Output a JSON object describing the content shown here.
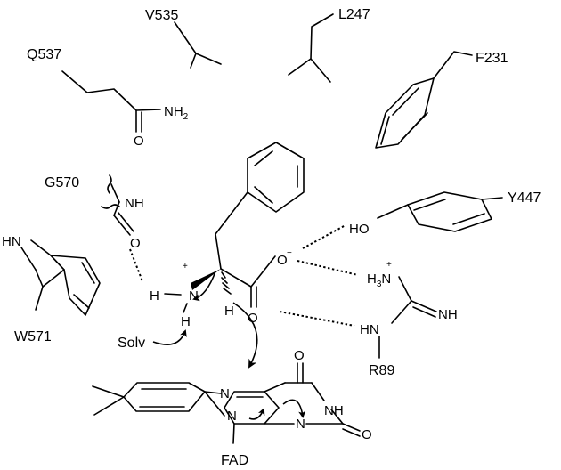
{
  "residues": {
    "v535": "V535",
    "l247": "L247",
    "q537": "Q537",
    "f231": "F231",
    "g570": "G570",
    "y447": "Y447",
    "w571": "W571",
    "r89": "R89",
    "fad": "FAD",
    "solv": "Solv"
  },
  "atoms": {
    "nh2": "NH",
    "sub2": "2",
    "o": "O",
    "nh": "NH",
    "hn": "HN",
    "ho": "HO",
    "h": "H",
    "n": "N",
    "h3": "H",
    "sub3": "3",
    "plus": "+",
    "minus": "−"
  }
}
